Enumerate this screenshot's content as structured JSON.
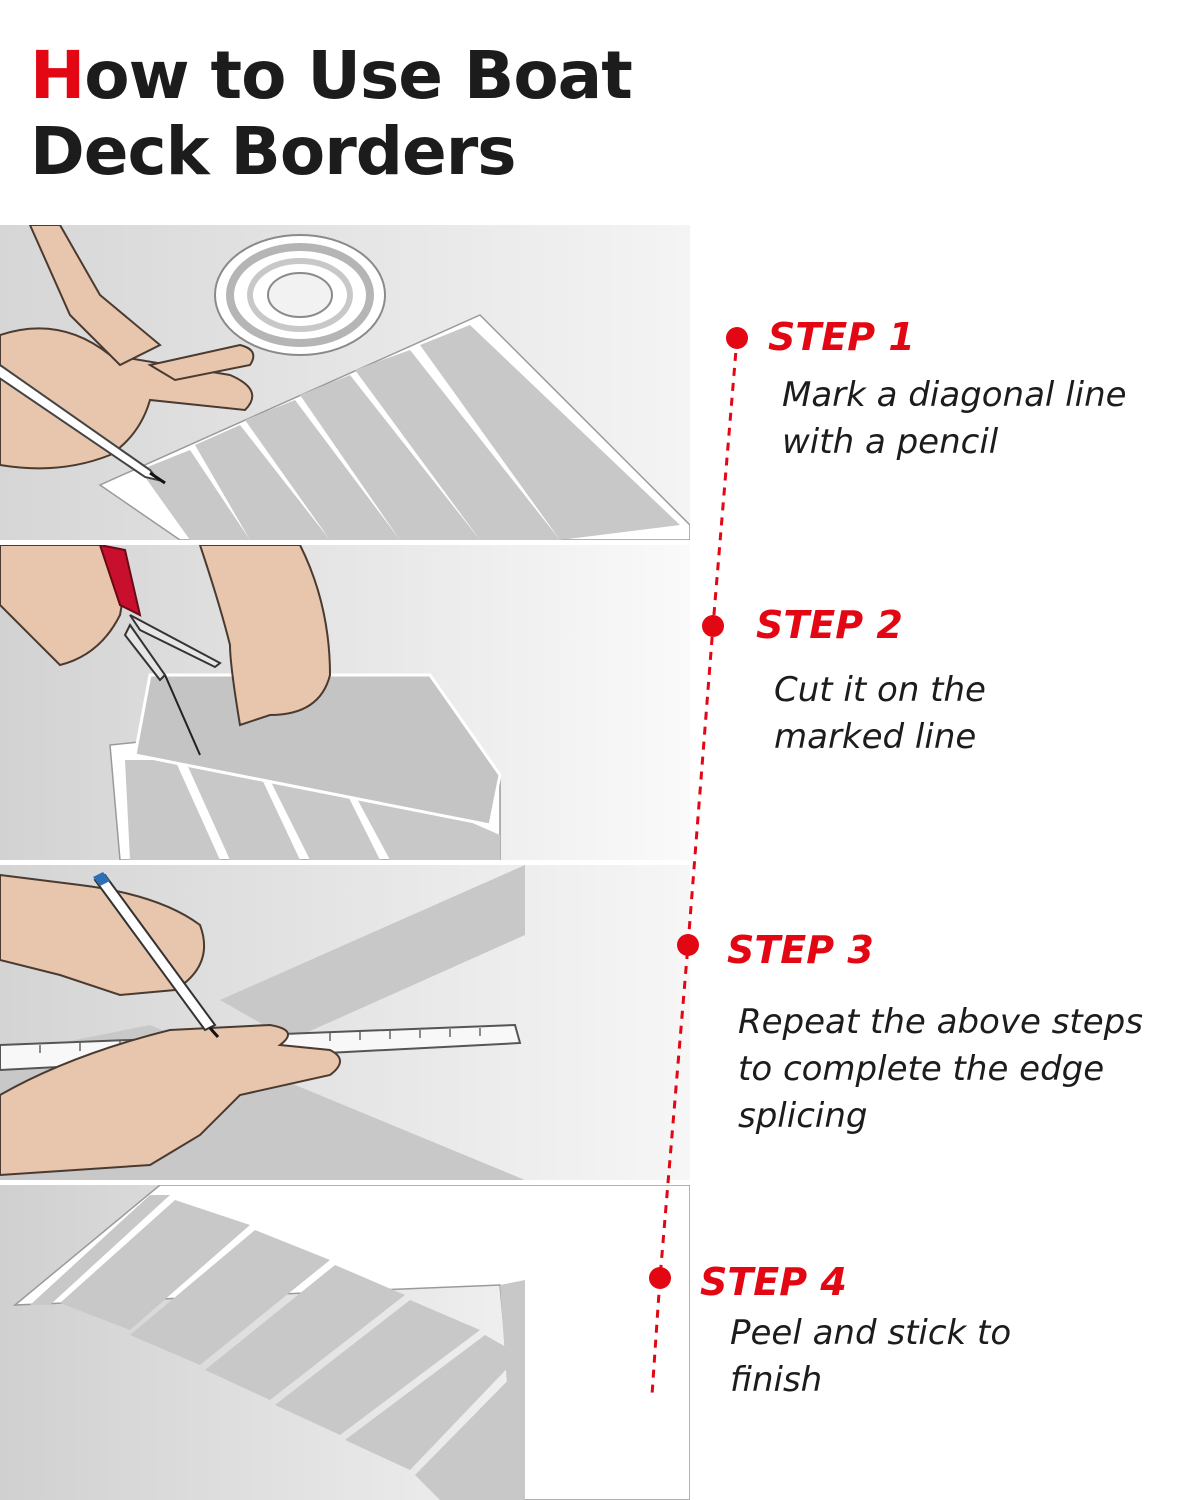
{
  "title": {
    "first_letter": "H",
    "rest_line1": "ow to Use Boat",
    "line2": "Deck Borders"
  },
  "steps": [
    {
      "label": "STEP 1",
      "text": "Mark a diagonal line with a pencil"
    },
    {
      "label": "STEP 2",
      "text": "Cut it on the marked line"
    },
    {
      "label": "STEP 3",
      "text": "Repeat the above steps to complete the edge splicing"
    },
    {
      "label": "STEP 4",
      "text": "Peel and stick to finish"
    }
  ],
  "colors": {
    "accent": "#e30613",
    "text": "#1c1c1c",
    "strip": "#c8c8c8",
    "skin": "#e8c6ad"
  },
  "icons": [
    "pencil-icon",
    "scissors-icon",
    "ruler-icon",
    "pen-icon",
    "tape-roll-icon"
  ]
}
